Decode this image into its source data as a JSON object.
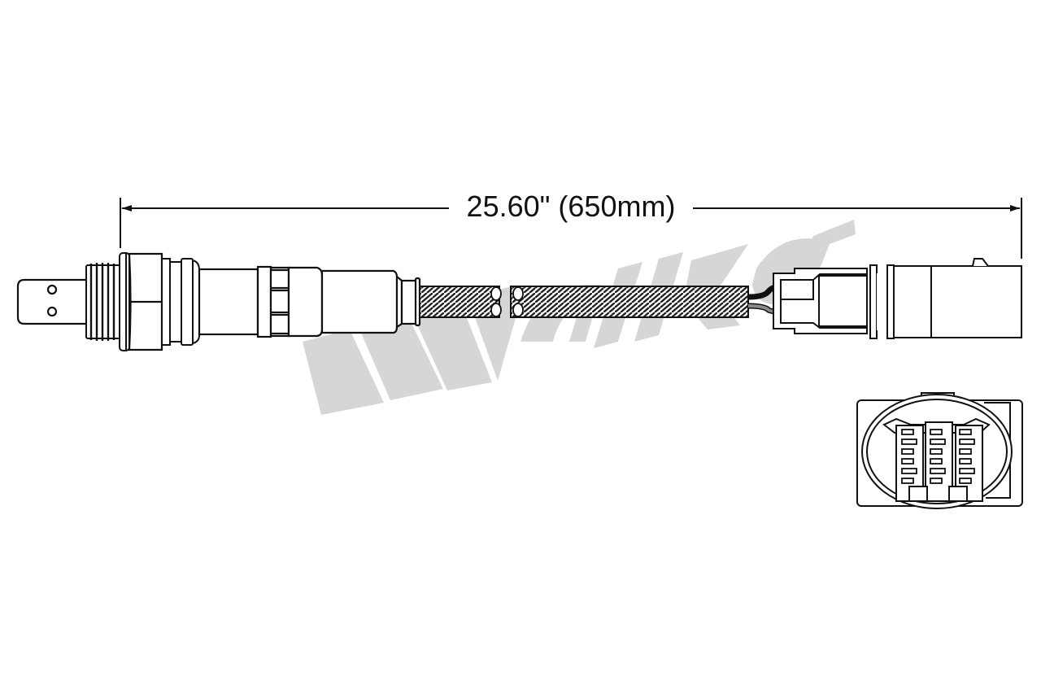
{
  "diagram": {
    "title": "Oxygen Sensor Dimension Drawing",
    "dimension": {
      "label": "25.60\" (650mm)",
      "inches": "25.60\"",
      "millimeters": "650mm"
    },
    "watermark": {
      "brand": "Walker",
      "color": "#d4d4d4"
    },
    "components": [
      {
        "id": "sensor-tip",
        "label": "Sensor tip with 2 holes"
      },
      {
        "id": "threaded-body",
        "label": "Threaded body"
      },
      {
        "id": "hex-nut",
        "label": "Hex nut"
      },
      {
        "id": "sensor-shell",
        "label": "Sensor shell"
      },
      {
        "id": "braided-cable",
        "label": "Braided protective sleeve"
      },
      {
        "id": "wires",
        "label": "Black and gray lead wires"
      },
      {
        "id": "inline-connector",
        "label": "Electrical connector"
      },
      {
        "id": "connector-face",
        "label": "Connector end view (6-pin x 3 cavity)"
      }
    ],
    "colors": {
      "line": "#111111",
      "background": "#ffffff",
      "wire_black": "#111111",
      "wire_gray": "#8a8a8a"
    }
  }
}
